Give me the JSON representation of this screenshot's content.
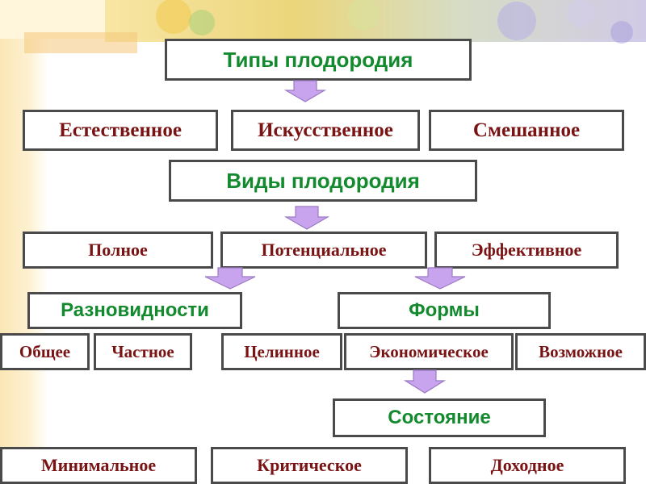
{
  "colors": {
    "sans_heading": "#148a2e",
    "serif_label": "#7a1414",
    "arrow": "#c9a4ee",
    "border": "#4a4a4a"
  },
  "types": {
    "title": "Типы плодородия",
    "items": [
      "Естественное",
      "Искусственное",
      "Смешанное"
    ]
  },
  "kinds": {
    "title": "Виды плодородия",
    "items": [
      "Полное",
      "Потенциальное",
      "Эффективное"
    ]
  },
  "varieties": {
    "title": "Разновидности",
    "items": [
      "Общее",
      "Частное"
    ]
  },
  "forms": {
    "title": "Формы",
    "items": [
      "Целинное",
      "Экономическое",
      "Возможное"
    ]
  },
  "state": {
    "title": "Состояние",
    "items": [
      "Минимальное",
      "Критическое",
      "Доходное"
    ]
  },
  "icons": [
    "down-arrow-icon"
  ]
}
